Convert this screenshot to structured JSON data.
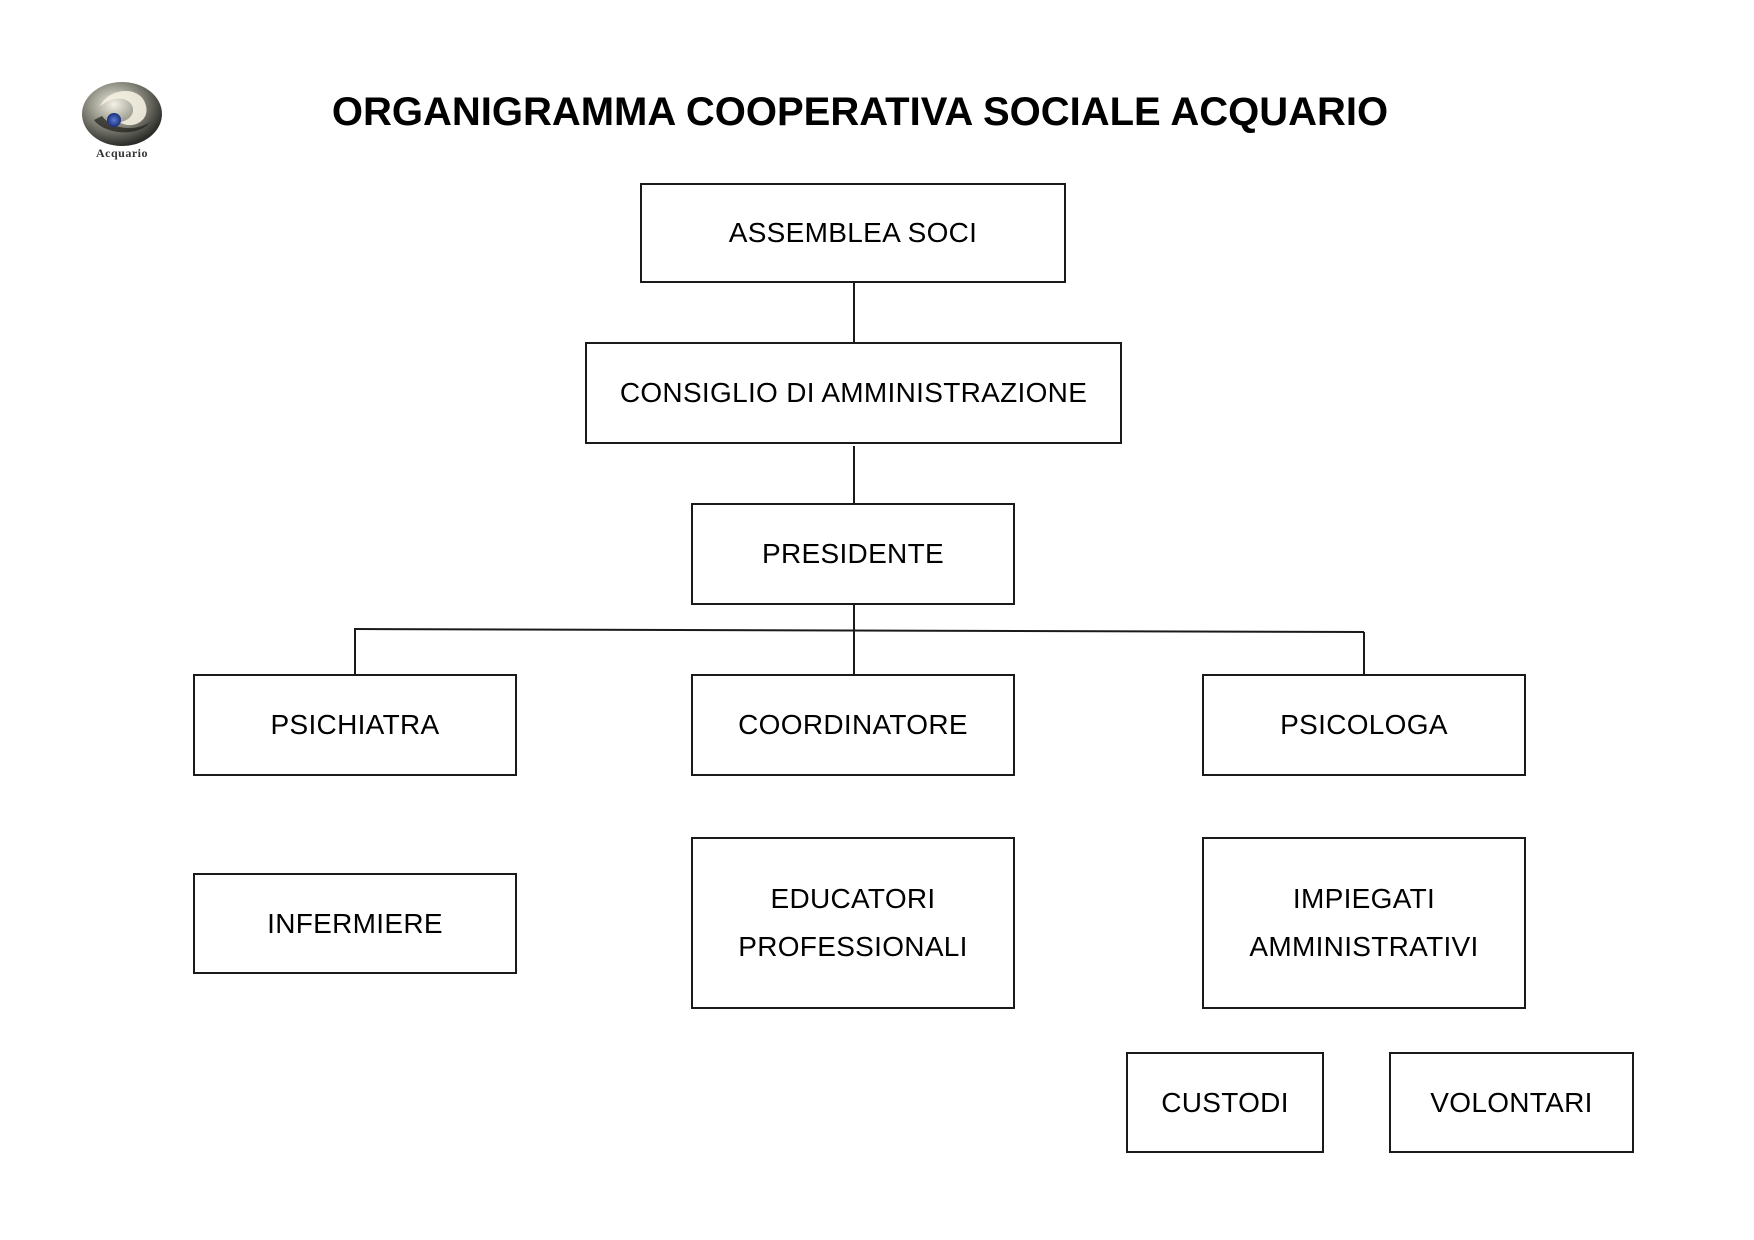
{
  "header": {
    "title": "ORGANIGRAMMA COOPERATIVA SOCIALE ACQUARIO",
    "logo_text": "Acquario"
  },
  "org_chart": {
    "nodes": [
      {
        "id": "assemblea",
        "label": "ASSEMBLEA SOCI"
      },
      {
        "id": "consiglio",
        "label": "CONSIGLIO DI AMMINISTRAZIONE"
      },
      {
        "id": "presidente",
        "label": "PRESIDENTE"
      },
      {
        "id": "psichiatra",
        "label": "PSICHIATRA"
      },
      {
        "id": "coordinatore",
        "label": "COORDINATORE"
      },
      {
        "id": "psicologa",
        "label": "PSICOLOGA"
      },
      {
        "id": "infermiere",
        "label": "INFERMIERE"
      },
      {
        "id": "educatori",
        "label": "EDUCATORI\nPROFESSIONALI"
      },
      {
        "id": "impiegati",
        "label": "IMPIEGATI\nAMMINISTRATIVI"
      },
      {
        "id": "custodi",
        "label": "CUSTODI"
      },
      {
        "id": "volontari",
        "label": "VOLONTARI"
      }
    ],
    "edges": [
      {
        "from": "assemblea",
        "to": "consiglio"
      },
      {
        "from": "consiglio",
        "to": "presidente"
      },
      {
        "from": "presidente",
        "to": "psichiatra"
      },
      {
        "from": "presidente",
        "to": "coordinatore"
      },
      {
        "from": "presidente",
        "to": "psicologa"
      }
    ]
  }
}
